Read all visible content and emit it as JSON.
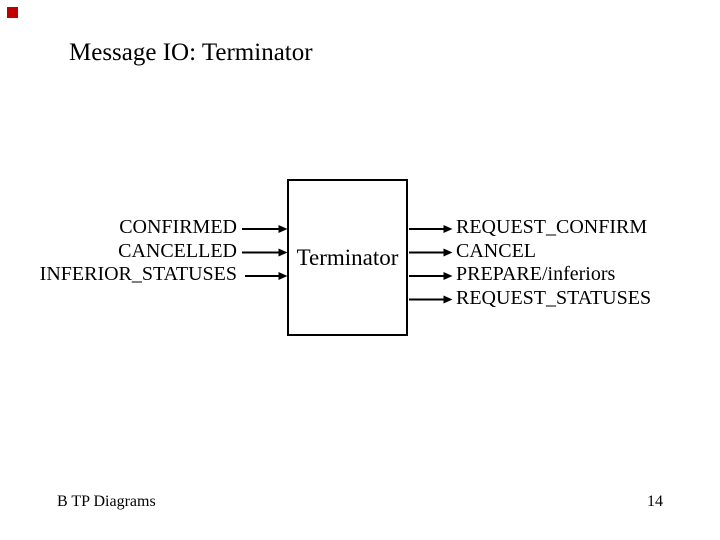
{
  "slide": {
    "title": "Message IO: Terminator",
    "footer_left": "B TP Diagrams",
    "page_number": "14",
    "background_color": "#ffffff",
    "text_color": "#000000",
    "marker_color": "#c00000"
  },
  "diagram": {
    "node_label": "Terminator",
    "arrow_color": "#000000",
    "inputs": [
      "CONFIRMED",
      "CANCELLED",
      "INFERIOR_STATUSES"
    ],
    "outputs": [
      "REQUEST_CONFIRM",
      "CANCEL",
      "PREPARE/inferiors",
      "REQUEST_STATUSES"
    ]
  }
}
